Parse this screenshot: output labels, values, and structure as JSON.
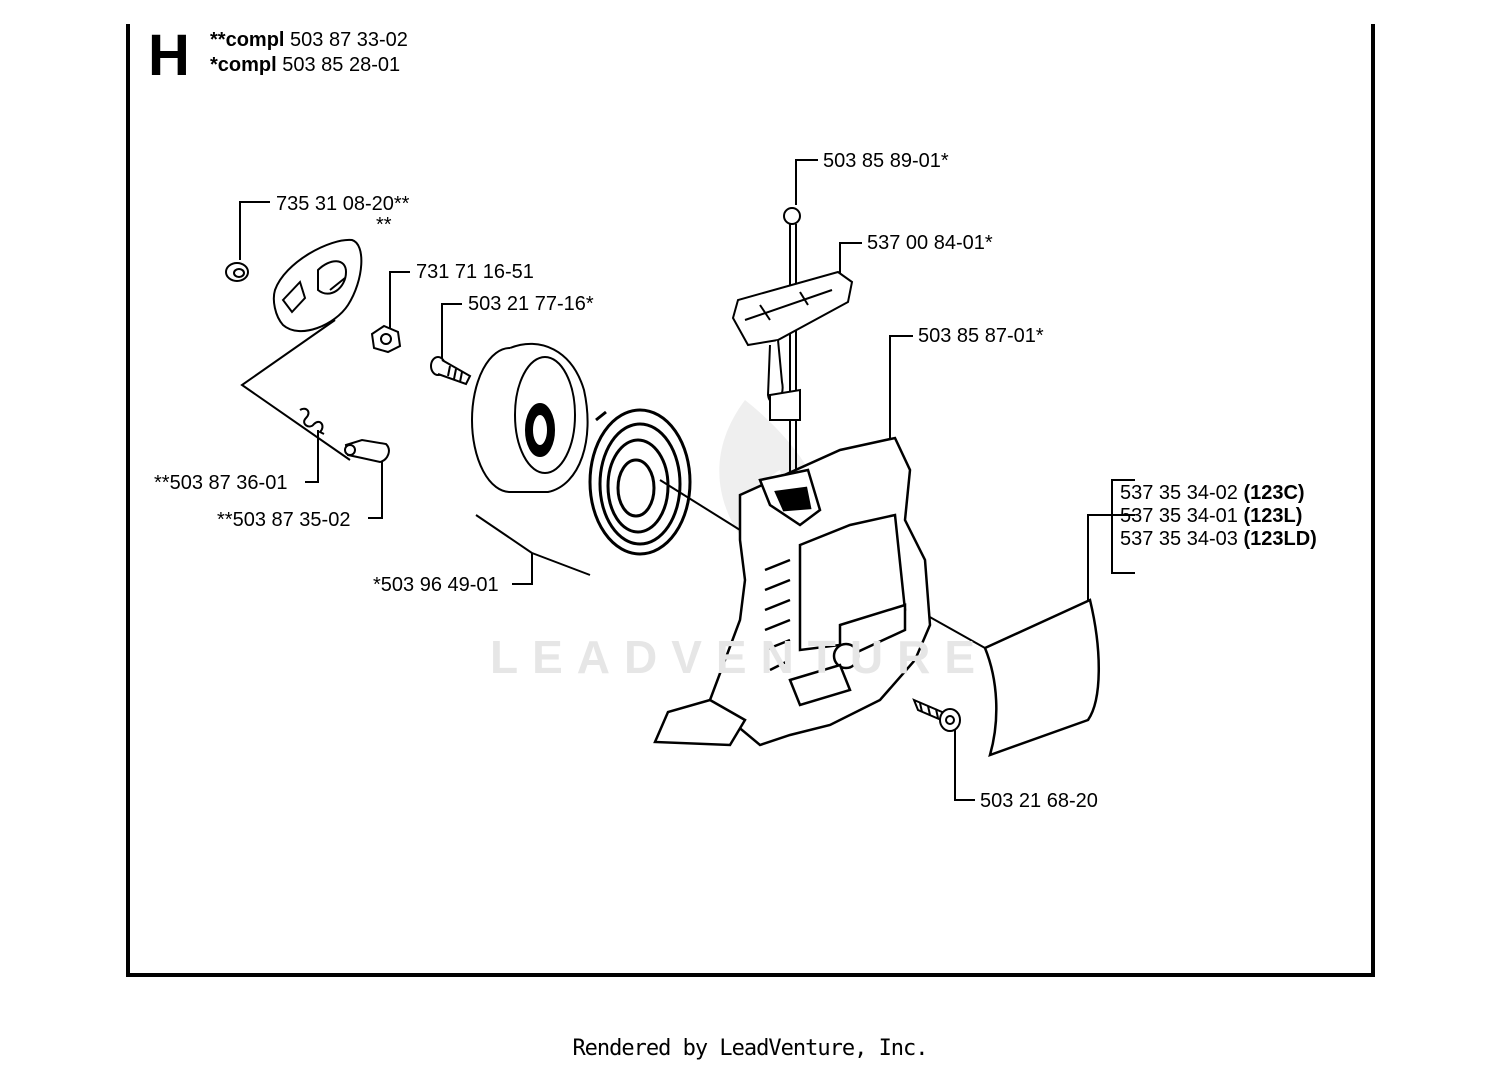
{
  "section": {
    "letter": "H"
  },
  "complete_kits": [
    {
      "prefix": "**compl",
      "number": "503 87 33-02"
    },
    {
      "prefix": "*compl",
      "number": "503 85 28-01"
    }
  ],
  "callouts": {
    "washer": "735 31 08-20**",
    "pawl_plate_mark": "**",
    "nut": "731 71 16-51",
    "spring_small": "**503 87 36-01",
    "pawl": "**503 87 35-02",
    "pulley_screw": "503 21 77-16*",
    "pulley_spring_kit": "*503 96 49-01",
    "rope": "503 85 89-01*",
    "handle": "537 00 84-01*",
    "starter_housing": "503 85 87-01*",
    "housing_screw": "503 21 68-20"
  },
  "decal_variants": [
    {
      "number": "537 35 34-02",
      "model": "(123C)"
    },
    {
      "number": "537 35 34-01",
      "model": "(123L)"
    },
    {
      "number": "537 35 34-03",
      "model": "(123LD)"
    }
  ],
  "watermark": "LEADVENTURE",
  "footer": "Rendered by LeadVenture, Inc."
}
